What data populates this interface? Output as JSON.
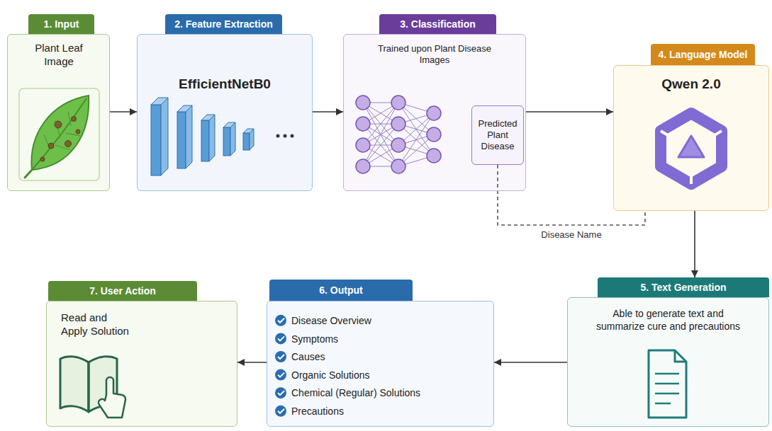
{
  "diagram": {
    "nodes": [
      {
        "text": [
          "1. Input",
          "Plant Leaf Image"
        ]
      },
      {
        "text": [
          "2. Feature Extraction",
          "EfficientNetB0"
        ]
      },
      {
        "text": [
          "3. Classification",
          "Trained upon Plant Disease Images"
        ]
      },
      {
        "text": [
          "Predicted Plant Disease"
        ],
        "in": 2
      },
      {
        "text": [
          "4. Language Model",
          "Qwen 2.0"
        ]
      },
      {
        "text": [
          "5. Text Generation",
          "Able to generate text and summarize cure and precautions"
        ]
      },
      {
        "text": [
          "6. Output",
          "Disease Overview",
          "Symptoms",
          "Causes",
          "Organic Solutions",
          "Chemical (Regular) Solutions",
          "Precautions"
        ]
      },
      {
        "text": [
          "7. User Action",
          "Read and Apply Solution"
        ]
      }
    ],
    "edges": [
      {
        "from": 0,
        "to": 1,
        "arrow": "to"
      },
      {
        "from": 1,
        "to": 2,
        "arrow": "to"
      },
      {
        "from": 2,
        "to": 4,
        "arrow": "to"
      },
      {
        "from": 3,
        "to": 4,
        "label": "Disease Name",
        "arrow": "none"
      },
      {
        "from": 4,
        "to": 5,
        "arrow": "to"
      },
      {
        "from": 5,
        "to": 6,
        "arrow": "to"
      },
      {
        "from": 6,
        "to": 7,
        "arrow": "to"
      }
    ]
  }
}
